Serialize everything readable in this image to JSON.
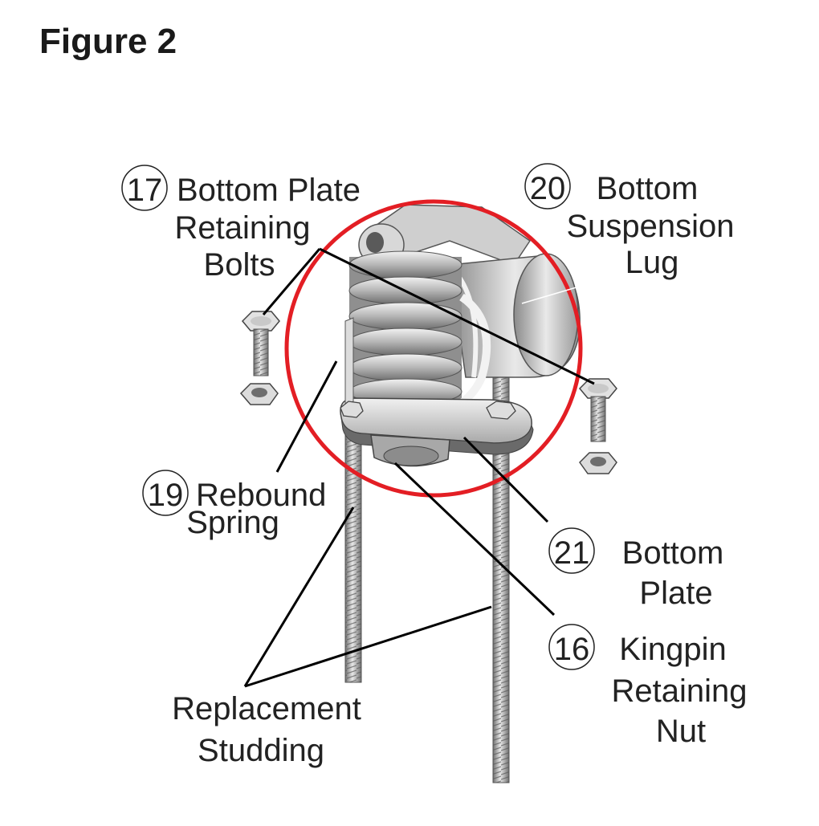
{
  "figure": {
    "title": "Figure 2"
  },
  "labels": [
    {
      "num": "17",
      "lines": [
        "Bottom Plate",
        "Retaining",
        "Bolts"
      ]
    },
    {
      "num": "20",
      "lines": [
        "Bottom",
        "Suspension",
        "Lug"
      ]
    },
    {
      "num": "19",
      "lines": [
        "Rebound",
        "Spring"
      ]
    },
    {
      "num": "21",
      "lines": [
        "Bottom",
        "Plate"
      ]
    },
    {
      "num": "16",
      "lines": [
        "Kingpin",
        "Retaining",
        "Nut"
      ]
    },
    {
      "num": "",
      "lines": [
        "Replacement",
        "Studding"
      ]
    }
  ],
  "colors": {
    "highlight_ring": "#e31e24",
    "metal": "#b8b8b8",
    "metal_dark": "#7d7d7d",
    "metal_light": "#e6e6e6"
  }
}
